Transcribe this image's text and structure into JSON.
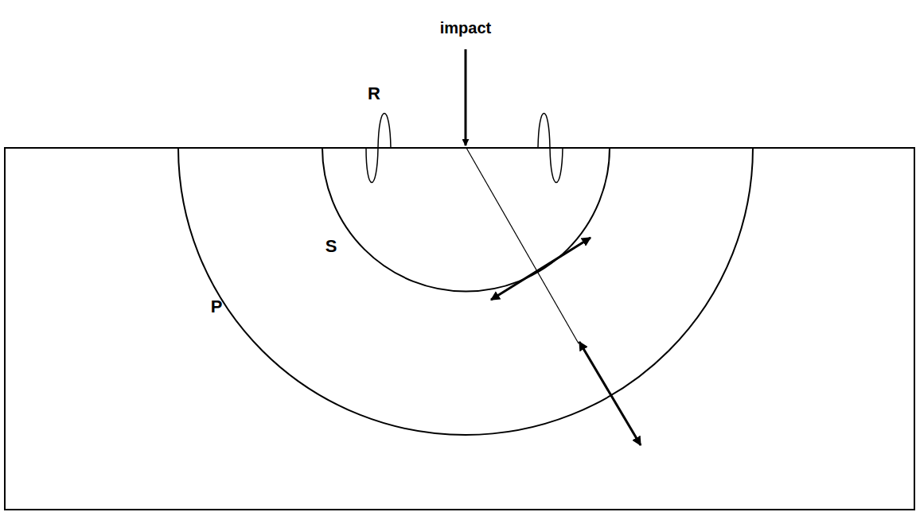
{
  "diagram": {
    "labels": [
      "impact",
      "R",
      "S",
      "P"
    ]
  }
}
